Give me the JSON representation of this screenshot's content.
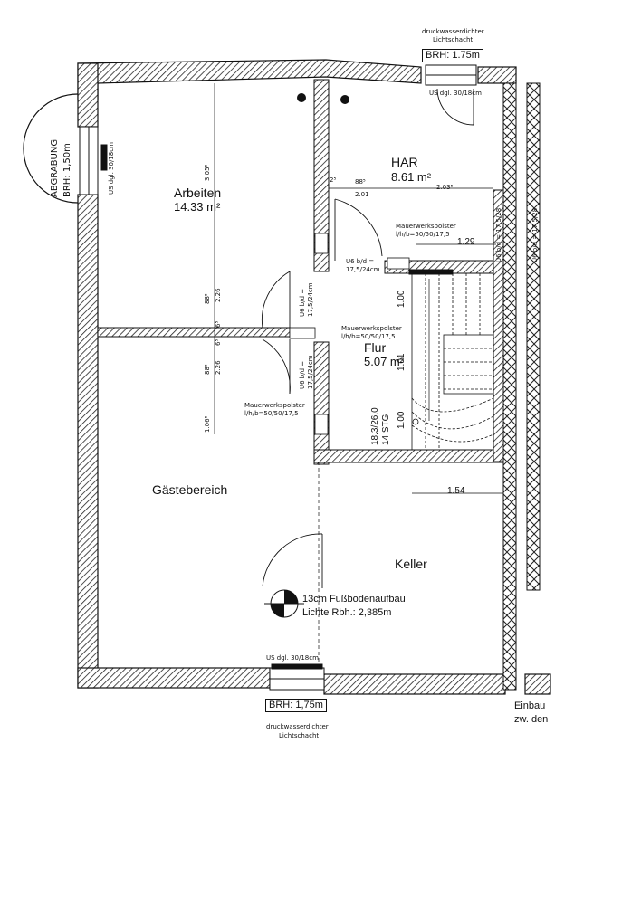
{
  "colors": {
    "wall_hatch": "#222222",
    "line": "#111111",
    "background": "#ffffff"
  },
  "rooms": {
    "arbeiten": {
      "name": "Arbeiten",
      "area": "14.33 m²"
    },
    "har": {
      "name": "HAR",
      "area": "8.61 m²"
    },
    "flur": {
      "name": "Flur",
      "area": "5.07 m²"
    },
    "gaestebereich": {
      "name": "Gästebereich"
    },
    "keller": {
      "name": "Keller"
    }
  },
  "light_wells": {
    "top": {
      "label": "druckwasserdichter",
      "label2": "Lichtschacht",
      "brh": "BRH: 1.75m",
      "window": "US dgl. 30/18cm"
    },
    "bottom": {
      "label": "druckwasserdichter",
      "label2": "Lichtschacht",
      "brh": "BRH: 1,75m",
      "window": "US dgl. 30/18cm"
    },
    "left": {
      "label": "ABGRABUNG",
      "brh": "BRH: 1,50m",
      "window": "US dgl. 30/18cm"
    }
  },
  "annotations": {
    "mauerwerk_1_title": "Mauerwerkspolster",
    "mauerwerk_1_dims": "l/h/b=50/50/17,5",
    "mauerwerk_2_title": "Mauerwerkspolster",
    "mauerwerk_2_dims": "l/h/b=50/50/17,5",
    "mauerwerk_3_title": "Mauerwerkspolster",
    "mauerwerk_3_dims": "l/h/b=50/50/17,5",
    "lintel_1": "U6 b/d =",
    "lintel_1b": "17,5/24cm",
    "lintel_2": "U6 b/d =",
    "lintel_2b": "17,5/24cm",
    "lintel_3": "U6 b/d =",
    "lintel_3b": "17,5/24cm",
    "lintel_right_1": "U6 b/d = 17,5/28",
    "lintel_right_2": "U6 b/d = 17,5/28",
    "stairs": "18.3/26.0",
    "stairs_steps": "14 STG",
    "floor_build": "13cm Fußbodenaufbau",
    "clear_height": "Lichte Rbh.: 2,385m",
    "einbau": "Einbau",
    "zw_den": "zw. den"
  },
  "dimensions": {
    "d_201": "2.01",
    "d_88a": "88⁵",
    "d_2a": "2⁵",
    "d_203": "2.03⁵",
    "d_129": "1.29",
    "d_154": "1.54",
    "d_100a": "1.00",
    "d_101": "1.01",
    "d_100b": "1.00",
    "d_305": "3.05⁵",
    "d_226a": "2.26",
    "d_885a": "88⁵",
    "d_6a": "6⁵",
    "d_226b": "2.26",
    "d_885b": "88⁵",
    "d_6b": "6⁵",
    "d_106": "1.06⁵"
  }
}
